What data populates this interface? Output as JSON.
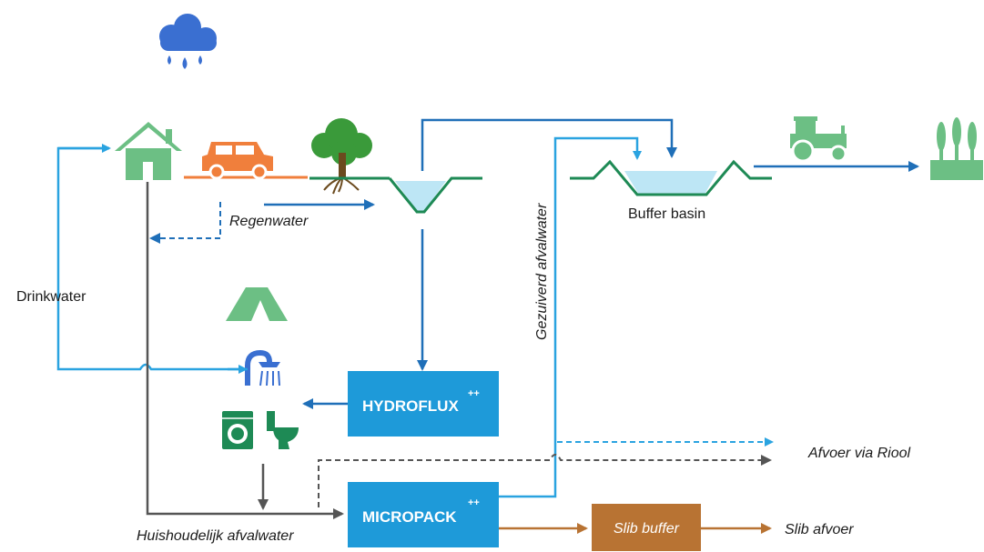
{
  "labels": {
    "regenwater": "Regenwater",
    "drinkwater": "Drinkwater",
    "gezuiverd": "Gezuiverd afvalwater",
    "buffer_basin": "Buffer basin",
    "afvoer_riool": "Afvoer via Riool",
    "huishoudelijk": "Huishoudelijk afvalwater",
    "slib_afvoer": "Slib afvoer"
  },
  "boxes": {
    "hydroflux": {
      "name": "HYDROFLUX",
      "sup": "++"
    },
    "micropack": {
      "name": "MICROPACK",
      "sup": "++"
    },
    "slib_buffer": {
      "name": "Slib buffer"
    }
  },
  "icons": [
    "rain-cloud-icon",
    "house-icon",
    "car-icon",
    "tree-icon",
    "tent-icon",
    "shower-icon",
    "washing-machine-icon",
    "toilet-icon",
    "tractor-icon",
    "crops-icon"
  ],
  "colors": {
    "light_blue": "#2aa3e0",
    "dark_blue": "#1f6fb8",
    "green": "#6cbf84",
    "dark_green": "#1e8a55",
    "orange": "#f07f3c",
    "gray": "#555555",
    "brown": "#b87333",
    "box_blue": "#1e9ad9",
    "cloud_blue": "#3a6fd1"
  }
}
